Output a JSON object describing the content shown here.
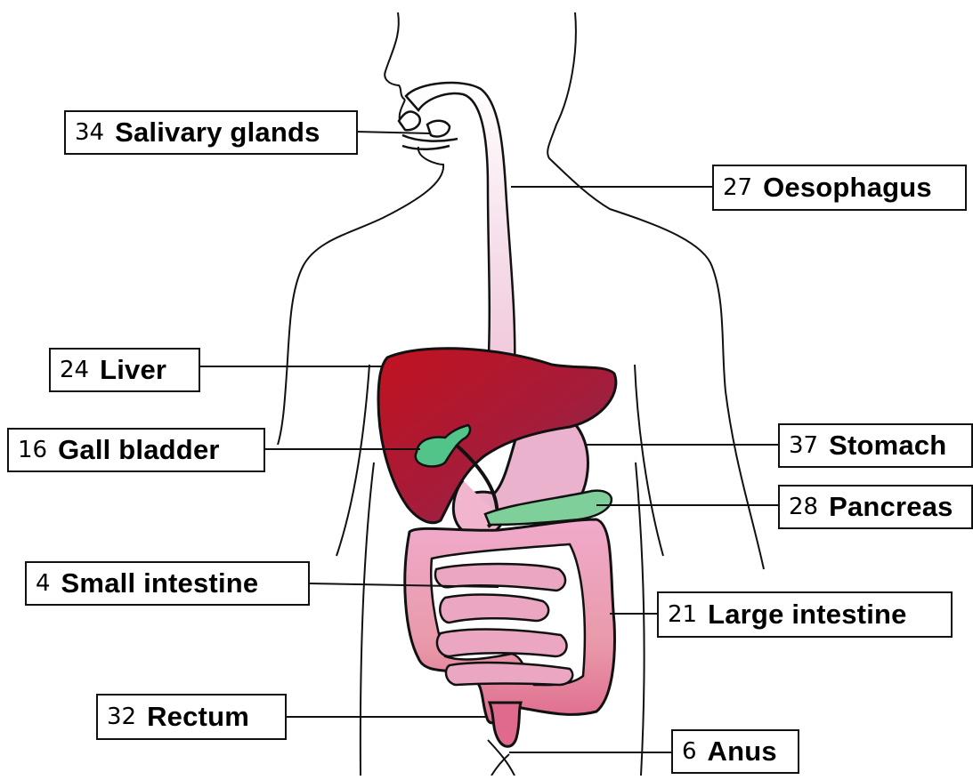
{
  "labels": [
    {
      "key": "salivary",
      "number": "34",
      "name": "Salivary glands"
    },
    {
      "key": "oesophagus",
      "number": "27",
      "name": "Oesophagus"
    },
    {
      "key": "liver",
      "number": "24",
      "name": "Liver"
    },
    {
      "key": "gall",
      "number": "16",
      "name": "Gall bladder"
    },
    {
      "key": "stomach",
      "number": "37",
      "name": "Stomach"
    },
    {
      "key": "pancreas",
      "number": "28",
      "name": "Pancreas"
    },
    {
      "key": "small",
      "number": "4",
      "name": "Small intestine"
    },
    {
      "key": "large",
      "number": "21",
      "name": "Large intestine"
    },
    {
      "key": "rectum",
      "number": "32",
      "name": "Rectum"
    },
    {
      "key": "anus",
      "number": "6",
      "name": "Anus"
    }
  ],
  "colors": {
    "liver": "#b5192a",
    "gall": "#52c48a",
    "stomach": "#eab2cc",
    "pancreas": "#7fcf9a",
    "intestine": "#e58aaa",
    "oesophagus": "#f4e2ee",
    "outline": "#111111"
  }
}
